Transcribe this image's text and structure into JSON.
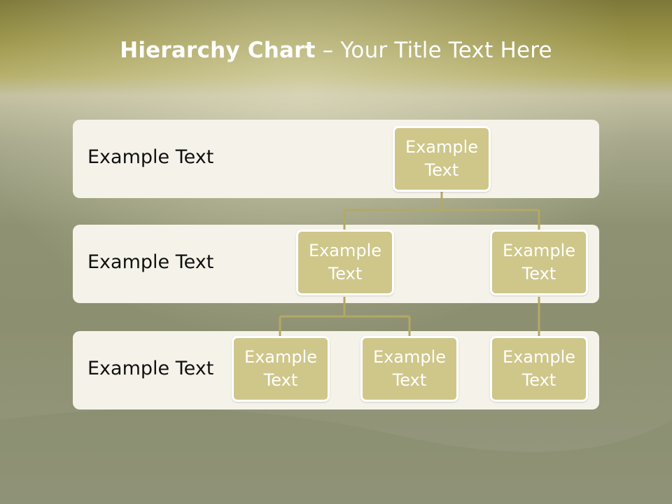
{
  "slide": {
    "title_bold": "Hierarchy Chart",
    "title_rest": " – Your Title Text Here"
  },
  "rows": [
    {
      "label": "Example Text"
    },
    {
      "label": "Example Text"
    },
    {
      "label": "Example Text"
    }
  ],
  "nodes": {
    "root": {
      "l1": "Example",
      "l2": "Text"
    },
    "mid_left": {
      "l1": "Example",
      "l2": "Text"
    },
    "mid_right": {
      "l1": "Example",
      "l2": "Text"
    },
    "leaf_1": {
      "l1": "Example",
      "l2": "Text"
    },
    "leaf_2": {
      "l1": "Example",
      "l2": "Text"
    },
    "leaf_3": {
      "l1": "Example",
      "l2": "Text"
    }
  },
  "colors": {
    "node_fill": "#cfc68a",
    "band_fill": "#f5f3e9",
    "connector": "#b3a866"
  }
}
